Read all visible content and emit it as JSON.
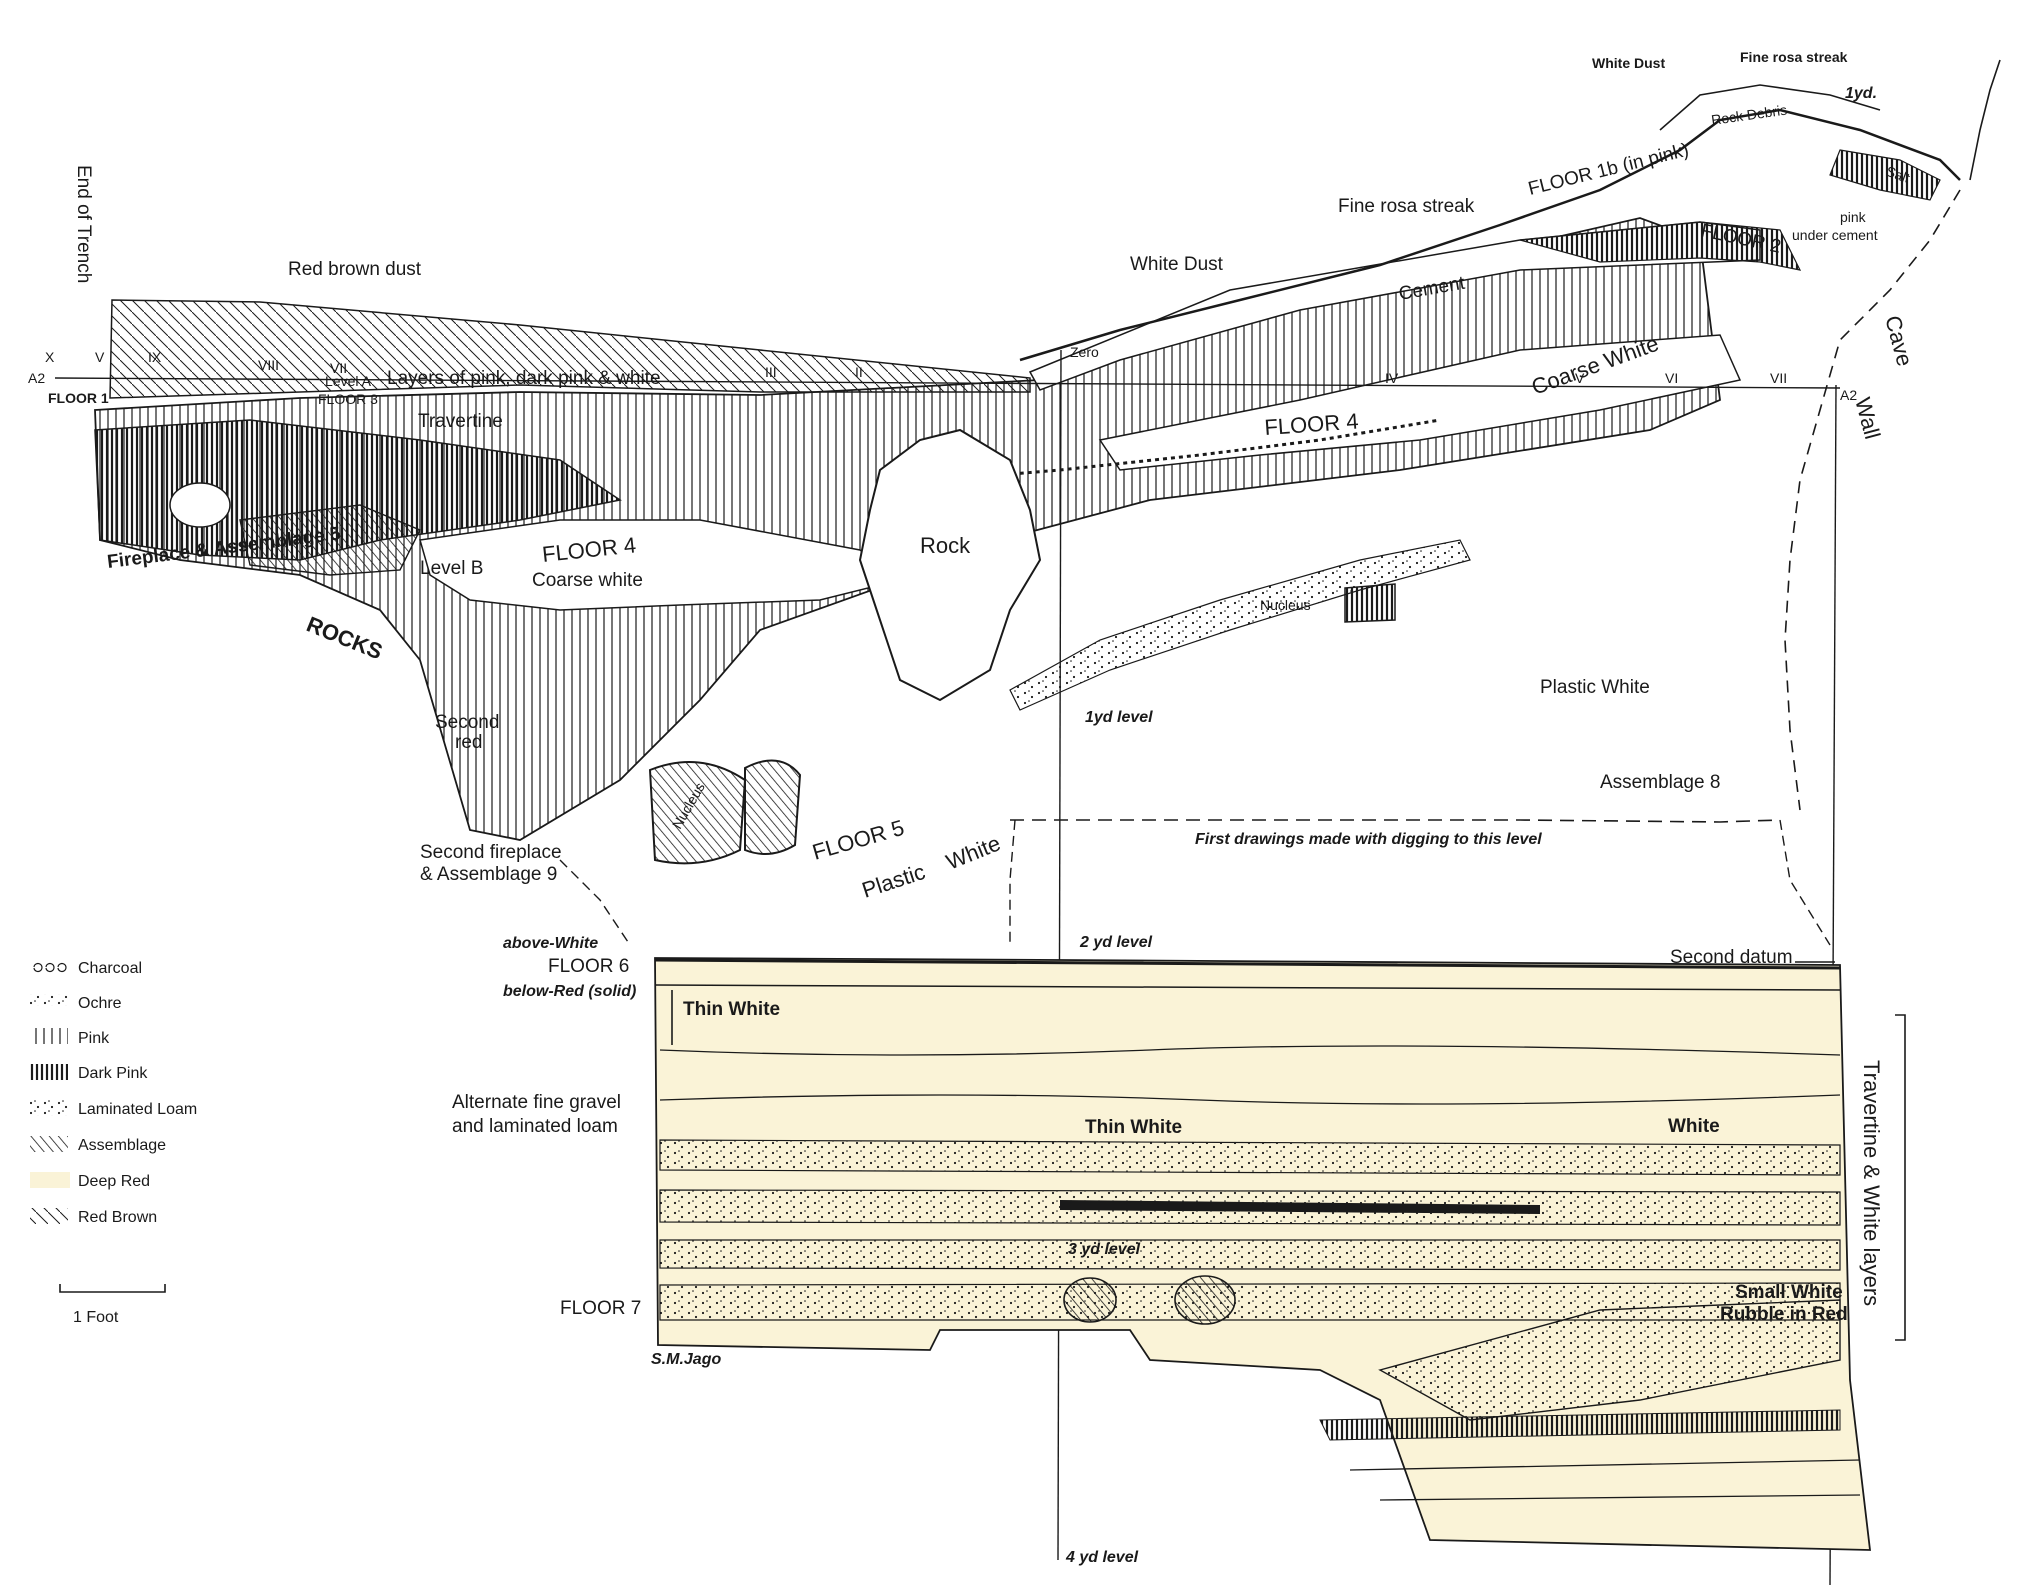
{
  "colors": {
    "ink": "#1a1a1a",
    "deep_red": "#faf3d7",
    "paper": "#ffffff"
  },
  "top_labels": {
    "white_dust_top": "White Dust",
    "fine_rosa_top": "Fine rosa streak",
    "rock_debris": "Rock Debris",
    "one_yd_up": "1yd.",
    "floor_1b": "FLOOR 1b (in pink)",
    "salt": "Salt",
    "fine_rosa_mid": "Fine rosa streak",
    "pink_under_cement_1": "pink",
    "pink_under_cement_2": "under cement",
    "floor_2": "FLOOR 2",
    "white_dust_mid": "White Dust",
    "cement": "Cement",
    "coarse_white_right": "Coarse White",
    "cave_wall_1": "Cave",
    "cave_wall_2": "Wall"
  },
  "left_labels": {
    "end_of_trench": "End of Trench",
    "red_brown_dust": "Red brown dust",
    "level_a": "Level A",
    "floor_3": "FLOOR 3",
    "layers_pink": "Layers of pink, dark pink & white",
    "travertine": "Travertine",
    "floor_1": "FLOOR 1",
    "fireplace_5": "Fireplace & Assemblage 5",
    "level_b": "Level B",
    "rocks": "ROCKS",
    "second_red_1": "Second",
    "second_red_2": "red",
    "second_fireplace_1": "Second fireplace",
    "second_fireplace_2": "& Assemblage 9"
  },
  "section_markers": {
    "left_datum": "A2",
    "right_datum": "A2",
    "roman": [
      "X",
      "V",
      "IX",
      "VIII",
      "VII",
      "III",
      "II",
      "IV",
      "V",
      "VI",
      "VII"
    ],
    "zero": "Zero"
  },
  "center_labels": {
    "floor_4_right": "FLOOR 4",
    "floor_4_left": "FLOOR 4",
    "coarse_white_left": "Coarse white",
    "rock": "Rock",
    "nucleus_upper": "Nucleus",
    "plastic_white_right": "Plastic White",
    "one_yd_level": "1yd level",
    "assemblage_8": "Assemblage 8",
    "nucleus_lower": "Nucleus",
    "floor_5": "FLOOR 5",
    "plastic_lower": "Plastic",
    "white_lower": "White",
    "first_drawings": "First drawings made with digging to this level"
  },
  "lower_labels": {
    "above_white": "above-White",
    "floor_6": "FLOOR 6",
    "below_red": "below-Red (solid)",
    "two_yd_level": "2 yd level",
    "second_datum": "Second datum",
    "thin_white_1": "Thin White",
    "alternate_1": "Alternate fine gravel",
    "alternate_2": "and laminated loam",
    "thin_white_2": "Thin White",
    "white_right": "White",
    "three_yd_level": "3 yd level",
    "floor_7": "FLOOR 7",
    "small_white_1": "Small White",
    "small_white_2": "Rubble in Red",
    "travertine_white": "Travertine & White layers",
    "signature": "S.M.Jago",
    "four_yd_level": "4 yd level"
  },
  "legend": [
    {
      "symbol": "charcoal",
      "label": "Charcoal"
    },
    {
      "symbol": "ochre",
      "label": "Ochre"
    },
    {
      "symbol": "pink",
      "label": "Pink"
    },
    {
      "symbol": "dark-pink",
      "label": "Dark Pink"
    },
    {
      "symbol": "laminated-loam",
      "label": "Laminated Loam"
    },
    {
      "symbol": "assemblage",
      "label": "Assemblage"
    },
    {
      "symbol": "deep-red",
      "label": "Deep Red"
    },
    {
      "symbol": "red-brown",
      "label": "Red Brown"
    }
  ],
  "scale": {
    "label": "1 Foot"
  }
}
